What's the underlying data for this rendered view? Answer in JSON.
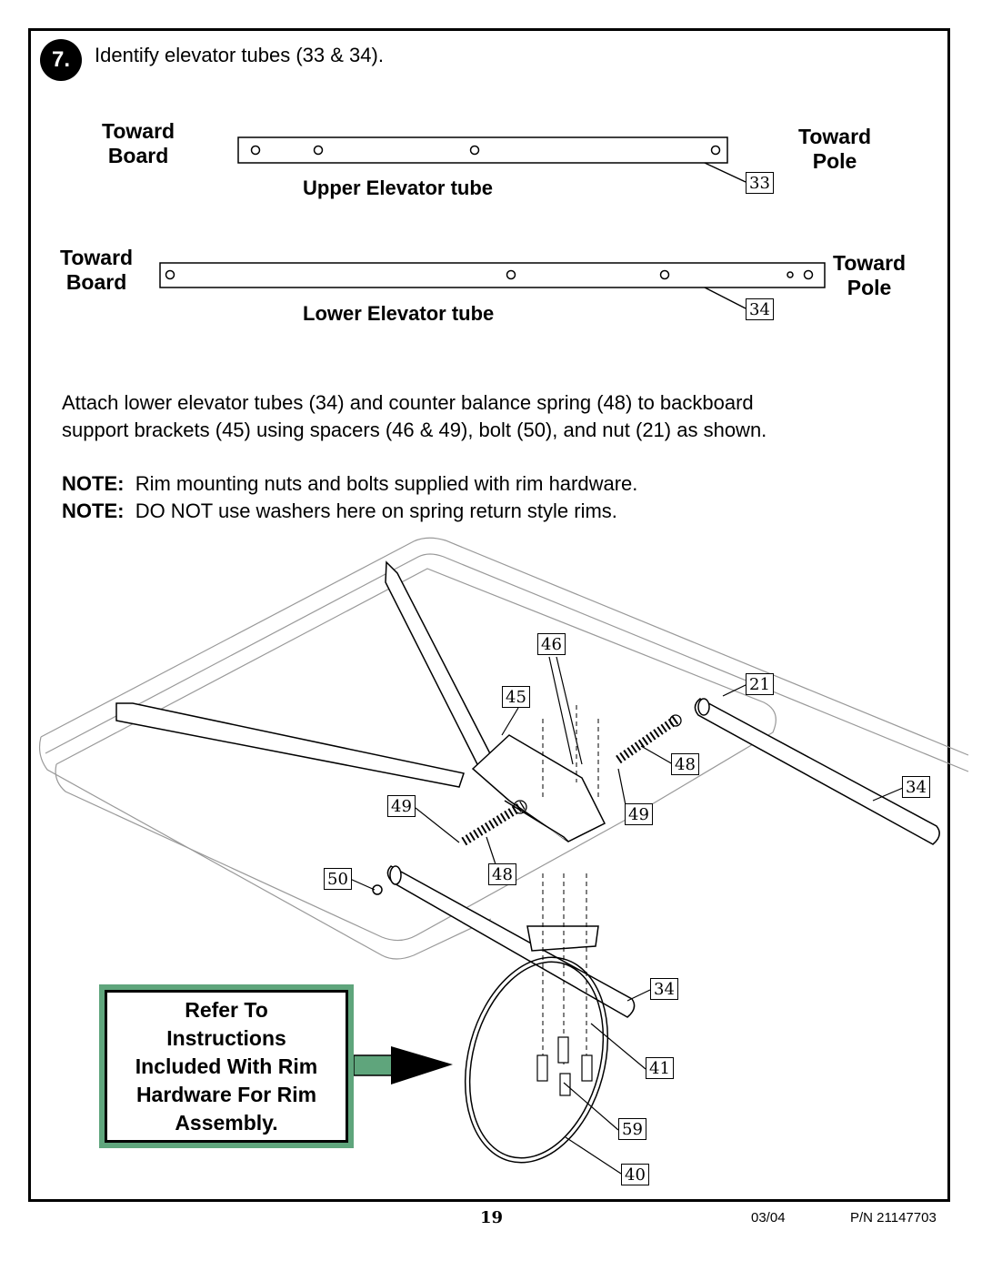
{
  "step": {
    "number": "7.",
    "text": "Identify elevator tubes (33 & 34)."
  },
  "upper_tube": {
    "left_label": [
      "Toward",
      "Board"
    ],
    "right_label": [
      "Toward",
      "Pole"
    ],
    "name": "Upper Elevator tube",
    "part": "33"
  },
  "lower_tube": {
    "left_label": [
      "Toward",
      "Board"
    ],
    "right_label": [
      "Toward",
      "Pole"
    ],
    "name": "Lower Elevator tube",
    "part": "34"
  },
  "instructions": {
    "line1": "Attach lower elevator tubes (34) and counter balance spring (48) to backboard",
    "line2": "support brackets (45) using spacers (46 & 49), bolt (50), and nut (21) as shown."
  },
  "notes": [
    {
      "label": "NOTE:",
      "text": "Rim mounting nuts and bolts supplied with rim hardware."
    },
    {
      "label": "NOTE:",
      "text": "DO NOT use washers here on spring return style rims."
    }
  ],
  "callouts": {
    "c46": "46",
    "c45": "45",
    "c21": "21",
    "c48a": "48",
    "c34a": "34",
    "c49a": "49",
    "c49b": "49",
    "c50": "50",
    "c48b": "48",
    "c34b": "34",
    "c41": "41",
    "c59": "59",
    "c40": "40"
  },
  "refer_box": [
    "Refer To",
    "Instructions",
    "Included With Rim",
    "Hardware For Rim",
    "Assembly."
  ],
  "footer": {
    "page": "19",
    "date": "03/04",
    "part_number": "P/N 21147703"
  }
}
